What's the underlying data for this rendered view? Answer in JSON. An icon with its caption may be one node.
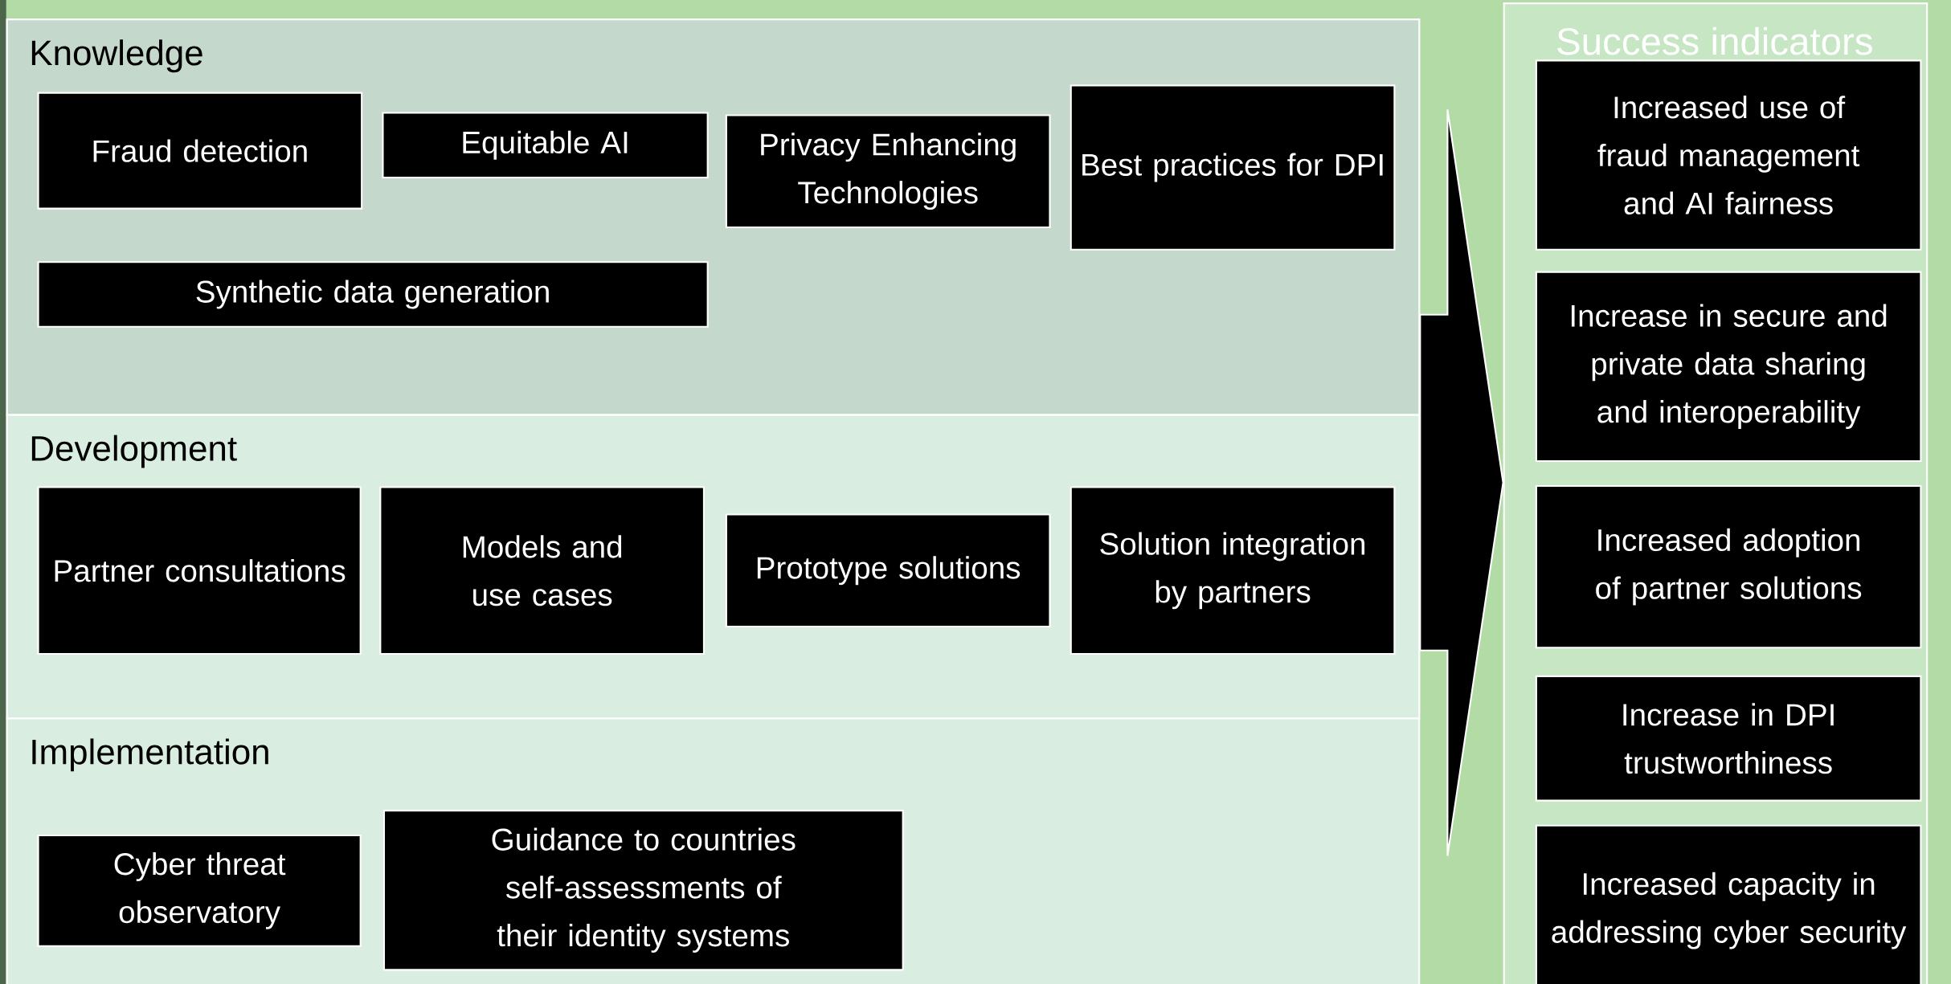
{
  "diagram": {
    "nodes": [
      {
        "text": [],
        "shape": "box"
      },
      {
        "text": [
          "Knowledge"
        ],
        "in": 0
      },
      {
        "text": [
          "Fraud detection"
        ],
        "in": 1
      },
      {
        "text": [
          "Equitable AI"
        ],
        "in": 1
      },
      {
        "text": [
          "Privacy Enhancing Technologies"
        ],
        "in": 1
      },
      {
        "text": [
          "Best practices for DPI"
        ],
        "in": 1
      },
      {
        "text": [
          "Synthetic data generation"
        ],
        "in": 1
      },
      {
        "text": [
          "Development"
        ],
        "in": 0
      },
      {
        "text": [
          "Partner consultations"
        ],
        "in": 7
      },
      {
        "text": [
          "Models and use cases"
        ],
        "in": 7
      },
      {
        "text": [
          "Prototype solutions"
        ],
        "in": 7
      },
      {
        "text": [
          "Solution integration by partners"
        ],
        "in": 7
      },
      {
        "text": [
          "Implementation"
        ],
        "in": 0
      },
      {
        "text": [
          "Cyber threat observatory"
        ],
        "in": 12
      },
      {
        "text": [
          "Guidance to countries self-assessments of their identity systems"
        ],
        "in": 12
      },
      {
        "text": [
          "Success indicators"
        ]
      },
      {
        "text": [
          "Increased use of fraud management and AI fairness"
        ],
        "in": 15
      },
      {
        "text": [
          "Increase in secure and private data sharing and interoperability"
        ],
        "in": 15
      },
      {
        "text": [
          "Increased adoption of partner solutions"
        ],
        "in": 15
      },
      {
        "text": [
          "Increase in DPI trustworthiness"
        ],
        "in": 15
      },
      {
        "text": [
          "Increased capacity in addressing cyber security"
        ],
        "in": 15
      }
    ],
    "edges": [
      {
        "from": 0,
        "to": 15,
        "arrow": "to"
      }
    ]
  }
}
